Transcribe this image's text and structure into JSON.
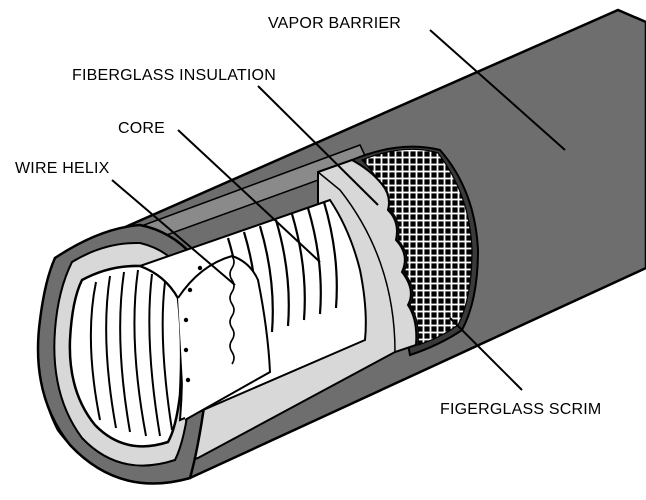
{
  "labels": {
    "vapor_barrier": "VAPOR BARRIER",
    "fiberglass_insulation": "FIBERGLASS INSULATION",
    "core": "CORE",
    "wire_helix": "WIRE HELIX",
    "fiberglass_scrim": "FIGERGLASS SCRIM"
  },
  "colors": {
    "vapor_barrier": "#6e6e6e",
    "insulation": "#d8d8d8",
    "core": "#ffffff",
    "outline": "#000000",
    "scrim_band": "#4a4a4a"
  }
}
